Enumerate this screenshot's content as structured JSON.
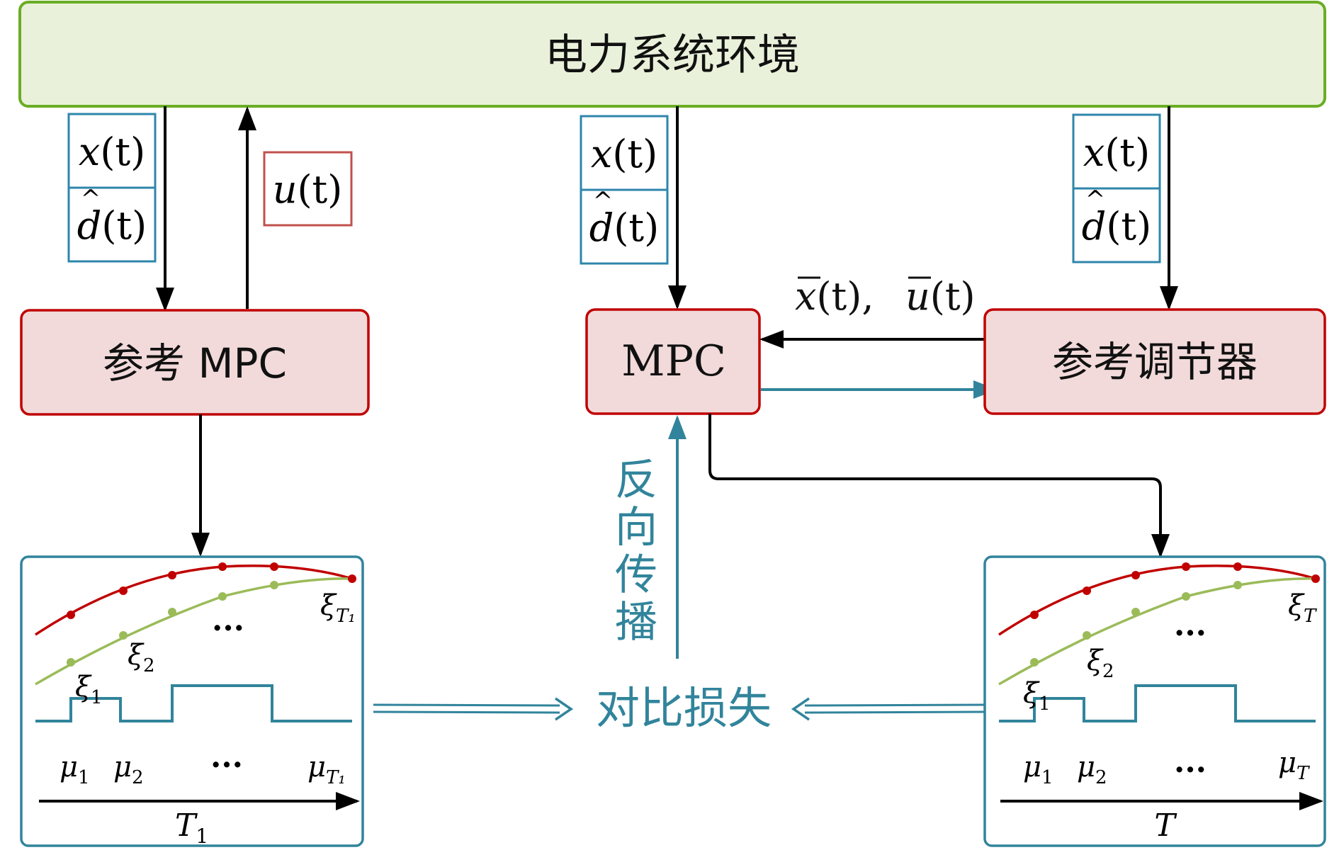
{
  "environment": {
    "label": "电力系统环境",
    "fill": "#e9f1da",
    "stroke": "#6aad24"
  },
  "blocks": {
    "ref_mpc": "参考 MPC",
    "mpc": "MPC",
    "ref_regulator": "参考调节器",
    "fill": "#f2dada",
    "stroke": "#c00000"
  },
  "signals": {
    "x": "x(t)",
    "x_var": "x",
    "d_var": "d",
    "u_var": "u",
    "hat": "^",
    "bar": "‾",
    "t_arg": "(t)",
    "u": "u(t)",
    "xu_sep": ",",
    "box_stroke": "#2e86ab",
    "u_box_stroke": "#c0504d"
  },
  "feedback": {
    "backprop": [
      "反",
      "向",
      "传",
      "播"
    ],
    "loss": "对比损失",
    "color": "#31849b"
  },
  "panel_left": {
    "xi_labels": [
      "ξ",
      "ξ",
      "ξ"
    ],
    "xi_subs": [
      "1",
      "2",
      "T₁"
    ],
    "mu_labels": [
      "μ",
      "μ",
      "μ"
    ],
    "mu_subs": [
      "1",
      "2",
      "T₁"
    ],
    "dots": "...",
    "axis_label": "T",
    "axis_sub": "1"
  },
  "panel_right": {
    "xi_labels": [
      "ξ",
      "ξ",
      "ξ"
    ],
    "xi_subs": [
      "1",
      "2",
      "T"
    ],
    "mu_labels": [
      "μ",
      "μ",
      "μ"
    ],
    "mu_subs": [
      "1",
      "2",
      "T"
    ],
    "dots": "...",
    "axis_label": "T"
  },
  "colors": {
    "curve_red": "#c00000",
    "curve_green": "#9bbb59",
    "step": "#31849b",
    "panel_stroke": "#31849b",
    "arrow": "#000000"
  }
}
